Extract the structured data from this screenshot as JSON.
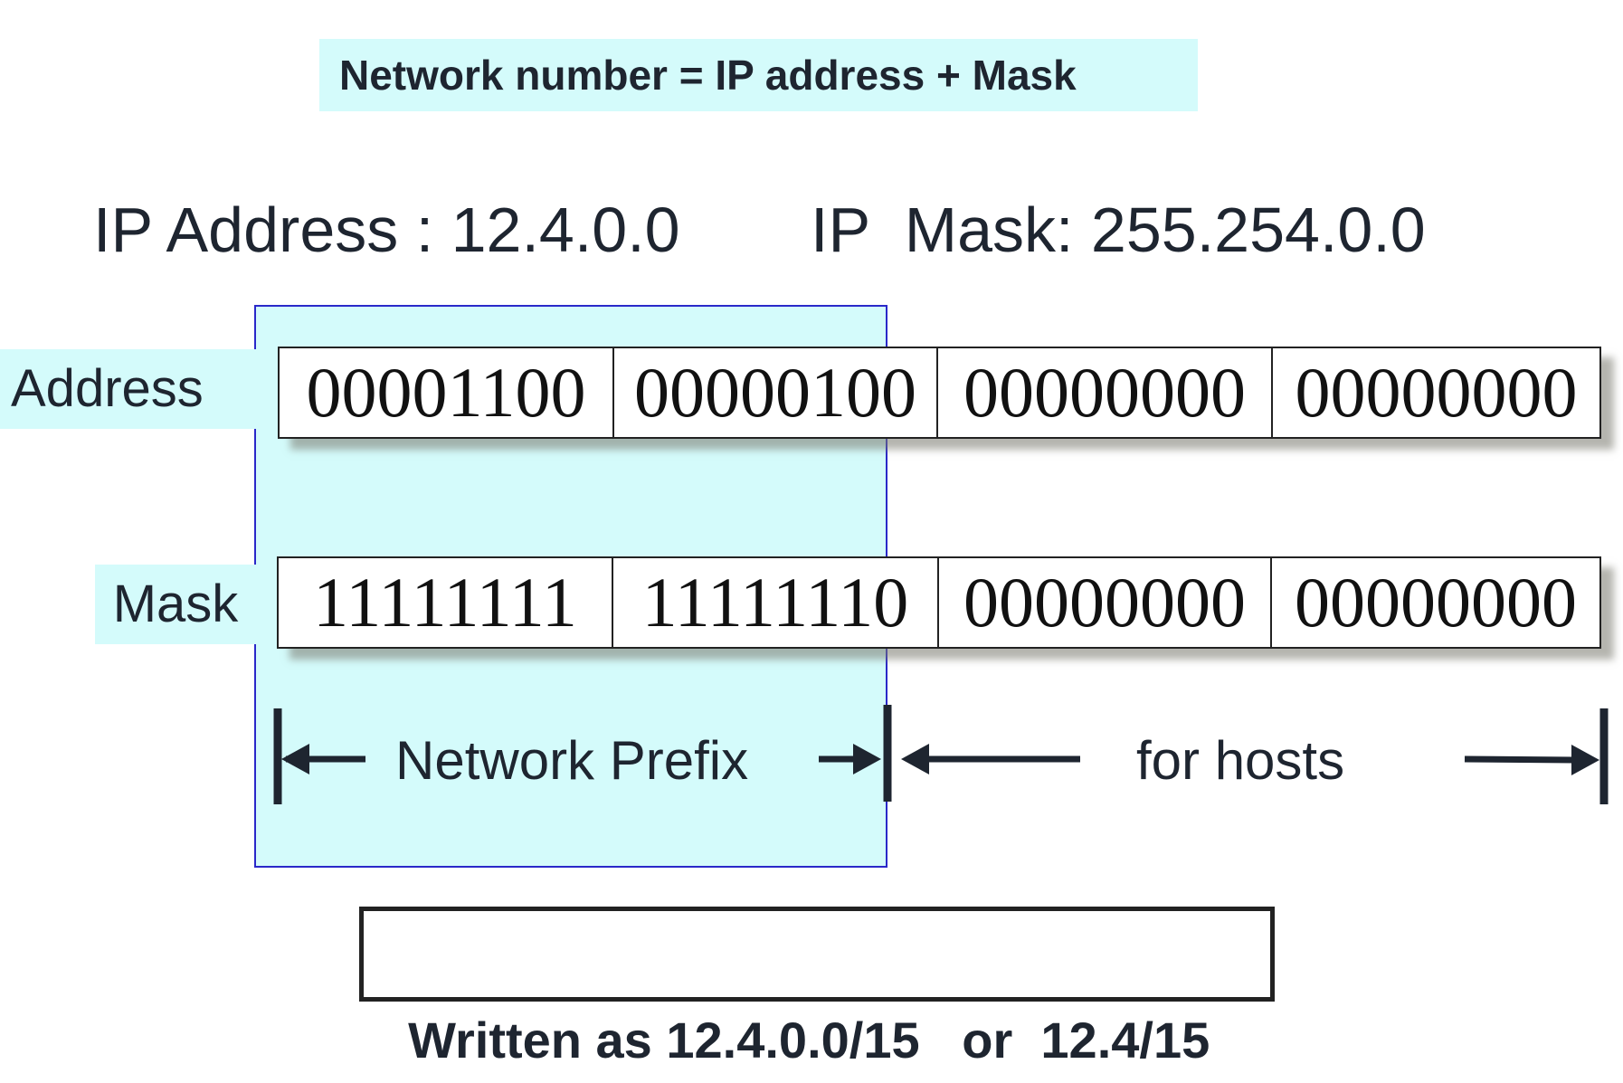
{
  "title": "Network number = IP address + Mask",
  "ip_address_text": "IP Address : 12.4.0.0",
  "ip_mask_text": "IP  Mask: 255.254.0.0",
  "rows": [
    {
      "label": "Address",
      "octets": [
        "00001100",
        "00000100",
        "00000000",
        "00000000"
      ]
    },
    {
      "label": "Mask",
      "octets": [
        "11111111",
        "11111110",
        "00000000",
        "00000000"
      ]
    }
  ],
  "network_prefix_label": "Network Prefix",
  "hosts_label": "for hosts",
  "written_as": "Written as 12.4.0.0/15   or  12.4/15",
  "colors": {
    "highlight": "#d4fbfb",
    "prefix_border": "#2a28c9",
    "text": "#1e2530"
  }
}
